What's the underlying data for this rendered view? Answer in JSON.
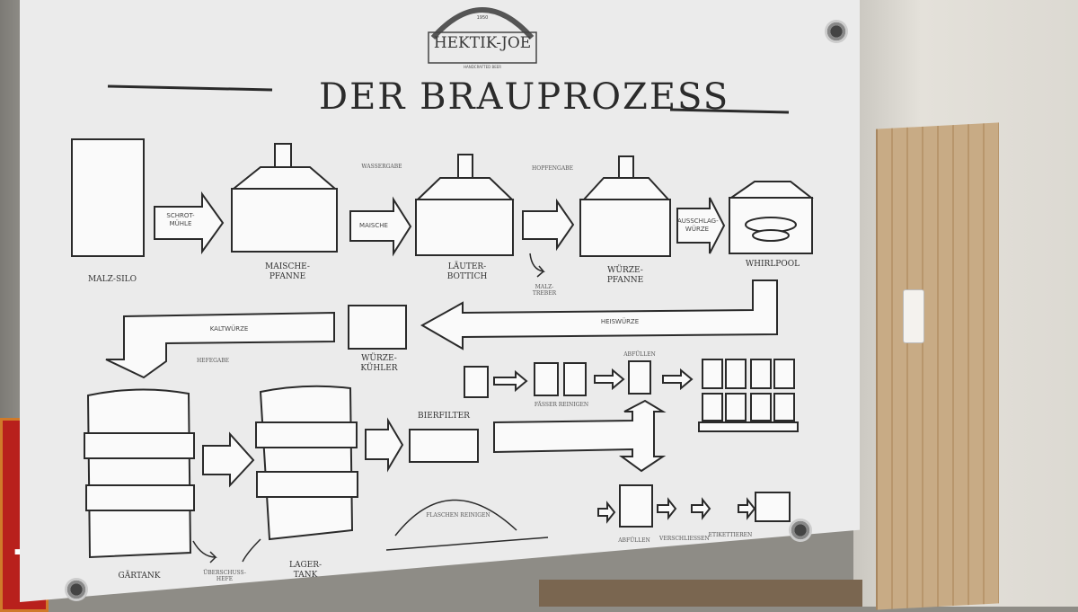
{
  "board": {
    "brand": "HEKTIK-JOE",
    "brand_year": "1950",
    "brand_subtitle": "HANDCRAFTED BEER",
    "title": "DER BRAUPROZESS"
  },
  "stages": {
    "malz_silo": "MALZ-SILO",
    "maischepfanne": "MAISCHE-\nPFANNE",
    "laeuterbottich": "LÄUTER-\nBOTTICH",
    "wuerzepfanne": "WÜRZE-\nPFANNE",
    "whirlpool": "WHIRLPOOL",
    "wuerzekuehler": "WÜRZE-\nKÜHLER",
    "gaertank": "GÄRTANK",
    "lagertank": "LAGER-\nTANK",
    "bierfilter": "BIERFILTER"
  },
  "annotations": {
    "wassergabe": "WASSERGABE",
    "hopfengabe": "HOPFENGABE",
    "malztreber": "MALZ-\nTREBER",
    "hefegabe": "HEFEGABE",
    "ueberschusshefe": "ÜBERSCHUSS-\nHEFE",
    "faesser_reinigen": "FÄSSER REINIGEN",
    "abfuellen_top": "ABFÜLLEN",
    "flaschen_reinigen": "FLASCHEN REINIGEN",
    "abfuellen_bottom": "ABFÜLLEN",
    "verschliessen": "VERSCHLIESSEN",
    "etikettieren": "ETIKETTIEREN"
  },
  "arrows": {
    "schrotmuehle": "SCHROT-\nMÜHLE",
    "maische": "MAISCHE",
    "ausschlagwuerze": "AUSSCHLAG-\nWÜRZE",
    "heisswuerze": "HEISWÜRZE",
    "kaltwuerze": "KALTWÜRZE"
  },
  "icons": [
    "brick-arch-logo",
    "hop-icon",
    "screw-icon",
    "swiss-cross-icon",
    "door-handle-icon"
  ]
}
